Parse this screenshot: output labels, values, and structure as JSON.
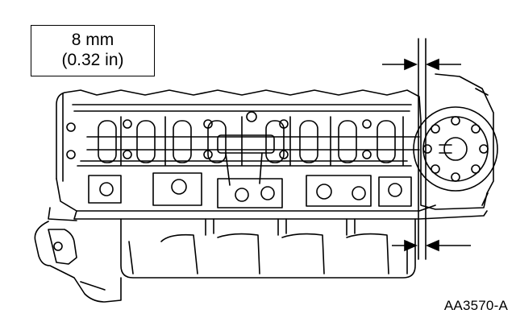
{
  "spec_callout": {
    "metric": "8 mm",
    "imperial": "(0.32 in)"
  },
  "reference_code": "AA3570-A",
  "icons": {
    "drawing": "cylinder-head-illustration",
    "upper_arrows": "dimension-arrows-icon",
    "lower_arrows": "dimension-arrows-icon"
  },
  "colors": {
    "line": "#000000",
    "background": "#ffffff"
  }
}
